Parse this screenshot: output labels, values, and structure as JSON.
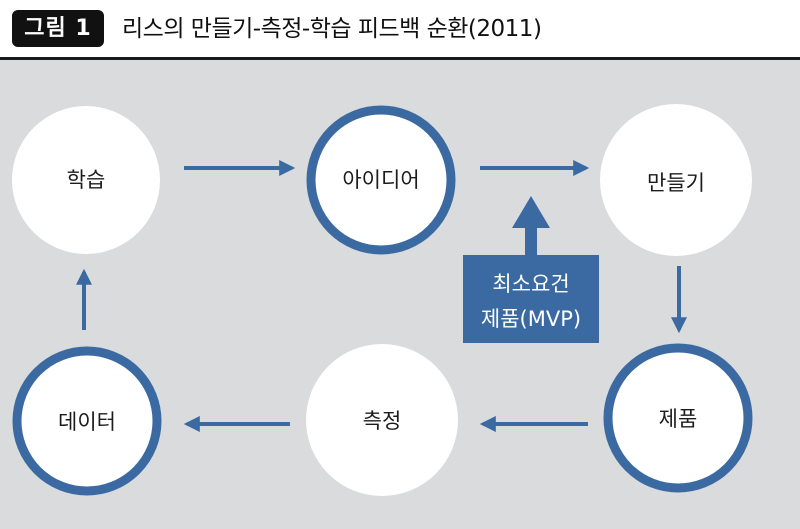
{
  "header": {
    "figure_label": "그림 1",
    "title": "리스의 만들기-측정-학습 피드백 순환(2011)"
  },
  "colors": {
    "accent": "#3a6aa1",
    "background": "#d9dbdc",
    "node_fill": "#ffffff",
    "mvp_box": "#3a6aa1"
  },
  "nodes": {
    "learn": "학습",
    "idea": "아이디어",
    "build": "만들기",
    "product": "제품",
    "measure": "측정",
    "data": "데이터"
  },
  "mvp": {
    "line1": "최소요건",
    "line2": "제품(MVP)"
  }
}
